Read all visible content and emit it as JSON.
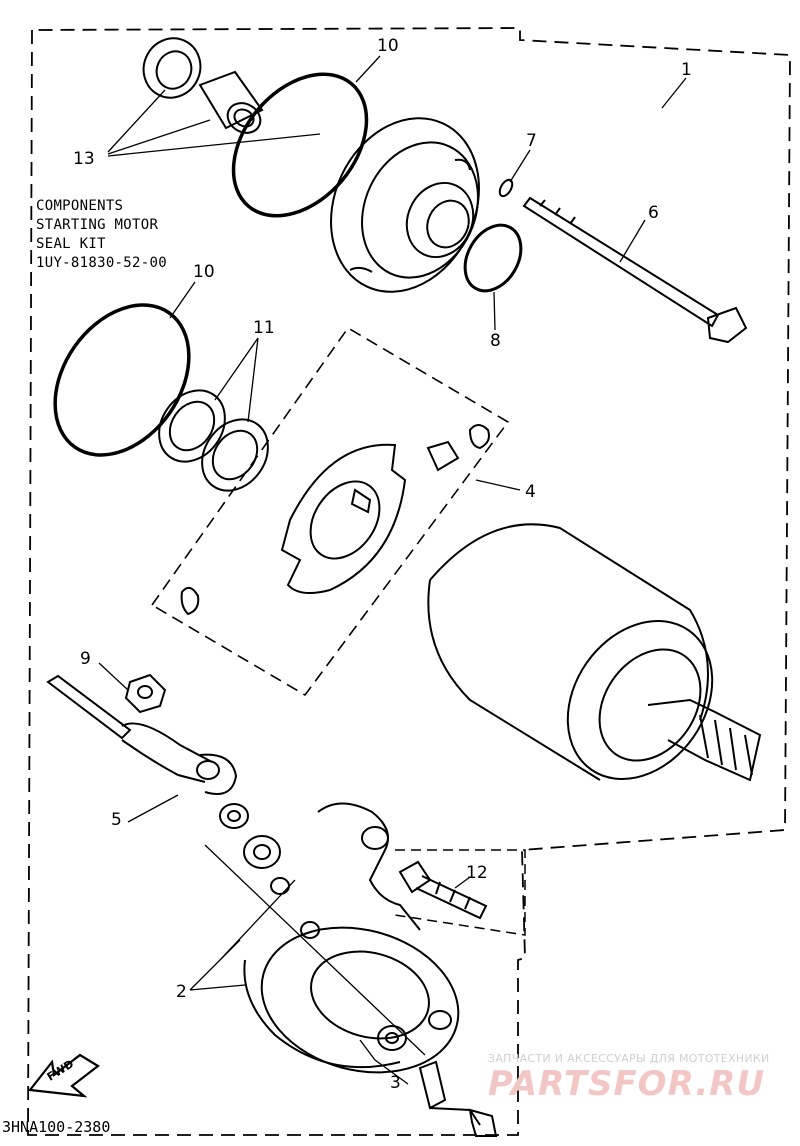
{
  "callouts": [
    "1",
    "2",
    "3",
    "4",
    "5",
    "6",
    "7",
    "8",
    "9",
    "10",
    "10",
    "11",
    "12",
    "13"
  ],
  "note": {
    "line1": "COMPONENTS",
    "line2": "STARTING MOTOR",
    "line3": "SEAL KIT",
    "line4": "1UY-81830-52-00"
  },
  "fwd_label": "FWD",
  "diagram_code": "3HNA100-2380",
  "watermark": {
    "tagline": "ЗАПЧАСТИ И АКСЕССУАРЫ ДЛЯ МОТОТЕХНИКИ",
    "logo": "PARTSFOR.RU"
  },
  "colors": {
    "ink": "#000000",
    "watermark": "#f3c6c6"
  }
}
